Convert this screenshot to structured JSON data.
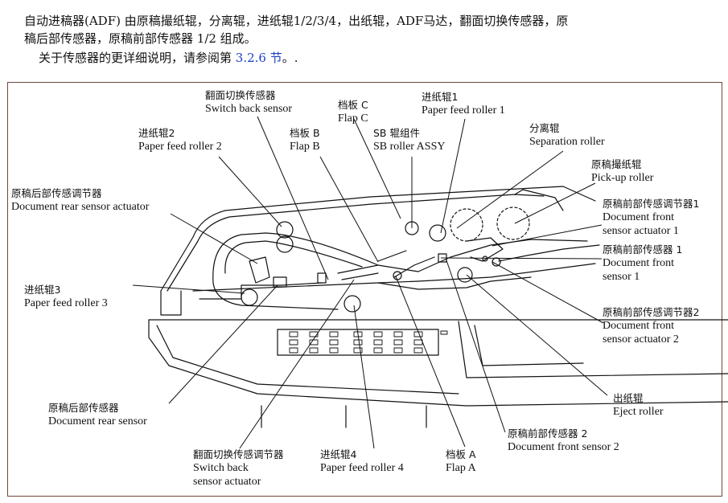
{
  "intro": {
    "line1": "自动进稿器(ADF) 由原稿撮纸辊，分离辊，进纸辊1/2/3/4，出纸辊，ADF马达，翻面切换传感器，原",
    "line2": "稿后部传感器，原稿前部传感器 1/2 组成。",
    "line3_prefix": "关于传感器的更详细说明，请参阅第 ",
    "line3_link": "3.2.6 节",
    "line3_suffix": "。."
  },
  "labels": {
    "switch_back_sensor": {
      "zh": "翻面切换传感器",
      "en": "Switch back sensor"
    },
    "flap_c": {
      "zh": "档板 C",
      "en": "Flap C"
    },
    "paper_feed_roller_1": {
      "zh": "进纸辊1",
      "en": "Paper feed roller 1"
    },
    "paper_feed_roller_2": {
      "zh": "进纸辊2",
      "en": "Paper feed roller 2"
    },
    "flap_b": {
      "zh": "档板 B",
      "en": "Flap B"
    },
    "sb_roller_assy": {
      "zh": "SB 辊组件",
      "en": "SB roller ASSY"
    },
    "separation_roller": {
      "zh": "分离辊",
      "en": "Separation roller"
    },
    "pickup_roller": {
      "zh": "原稿撮纸辊",
      "en": "Pick-up roller"
    },
    "doc_rear_sensor_actuator": {
      "zh": "原稿后部传感调节器",
      "en": "Document rear sensor actuator"
    },
    "doc_front_sensor_actuator_1": {
      "zh": "原稿前部传感调节器1",
      "en1": "Document front",
      "en2": "sensor actuator 1"
    },
    "doc_front_sensor_1": {
      "zh": "原稿前部传感器 1",
      "en1": "Document front",
      "en2": "sensor 1"
    },
    "paper_feed_roller_3": {
      "zh": "进纸辊3",
      "en": "Paper feed roller 3"
    },
    "doc_front_sensor_actuator_2": {
      "zh": "原稿前部传感调节器2",
      "en1": "Document front",
      "en2": "sensor actuator 2"
    },
    "eject_roller": {
      "zh": "出纸辊",
      "en": "Eject roller"
    },
    "doc_rear_sensor": {
      "zh": "原稿后部传感器",
      "en": "Document rear sensor"
    },
    "doc_front_sensor_2": {
      "zh": "原稿前部传感器 2",
      "en": "Document front sensor 2"
    },
    "switch_back_sensor_actuator": {
      "zh": "翻面切换传感调节器",
      "en1": "Switch back",
      "en2": "sensor actuator"
    },
    "paper_feed_roller_4": {
      "zh": "进纸辊4",
      "en": "Paper feed roller 4"
    },
    "flap_a": {
      "zh": "档板 A",
      "en": "Flap A"
    }
  }
}
